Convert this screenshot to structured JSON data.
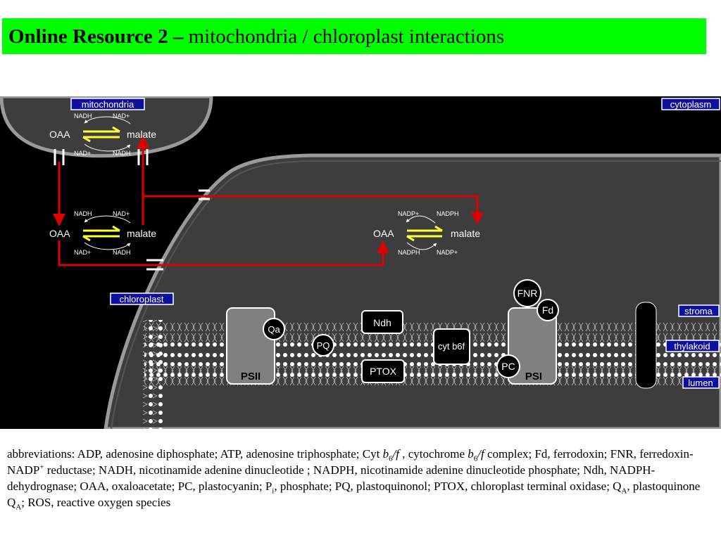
{
  "title": {
    "bold": "Online Resource 2 –",
    "rest": " mitochondria / chloroplast interactions"
  },
  "colors": {
    "title_bg": "#00ff00",
    "background": "#000000",
    "compartment": "#3d3d3d",
    "arrow": "#e00000",
    "reaction": "#ffff33",
    "label_box": "#1010a0"
  },
  "labels": {
    "mitochondria": "mitochondria",
    "cytoplasm": "cytoplasm",
    "chloroplast": "chloroplast",
    "stroma": "stroma",
    "thylakoid": "thylakoid",
    "lumen": "lumen"
  },
  "reactions": {
    "mito": {
      "left": "OAA",
      "right": "malate",
      "top_left": "NADH",
      "top_right": "NAD+",
      "bottom_left": "NAD+",
      "bottom_right": "NADH"
    },
    "chloro_nad": {
      "left": "OAA",
      "right": "malate",
      "top_left": "NADH",
      "top_right": "NAD+",
      "bottom_left": "NAD+",
      "bottom_right": "NADH"
    },
    "chloro_nadp": {
      "left": "OAA",
      "right": "malate",
      "top_left": "NADP+",
      "top_right": "NADPH",
      "bottom_left": "NADPH",
      "bottom_right": "NADP+"
    }
  },
  "complexes": {
    "psii": "PSII",
    "qa": "Qa",
    "pq": "PQ",
    "ndh": "Ndh",
    "ptox": "PTOX",
    "cytb6f": "cyt b6f",
    "fnr": "FNR",
    "fd": "Fd",
    "pc": "PC",
    "psi": "PSI"
  },
  "abbreviations": {
    "l1a": "abbreviations: ADP, adenosine diphosphate; ATP, adenosine triphosphate; Cyt ",
    "b6": "b",
    "six": "6",
    "f1": "/f",
    "l1b": " , cytochrome ",
    "f2": "/f",
    "l1c": " complex; Fd, ferrodoxin; FNR, ferredoxin-NADP",
    "plus": "+",
    "l2": " reductase; NADH, nicotinamide adenine dinucleotide ; NADPH, nicotinamide adenine dinucleotide phosphate; Ndh, NADPH-dehydrognase; OAA, oxaloacetate; PC, plastocyanin; P",
    "i": "i",
    "l3": ", phosphate; PQ, plastoquinonol; PTOX, chloroplast terminal oxidase; Q",
    "A1": "A",
    "l4": ", plastoquinone Q",
    "A2": "A",
    "l5": "; ROS, reactive oxygen species"
  }
}
